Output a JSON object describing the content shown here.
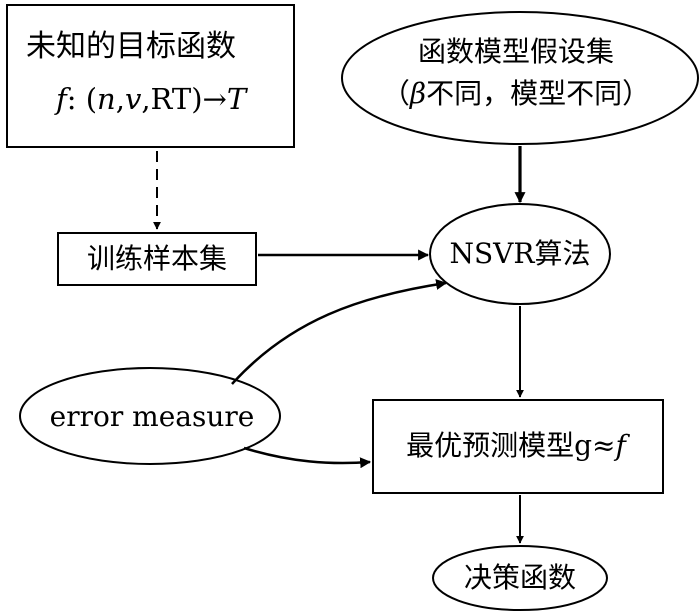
{
  "nodes": {
    "target_function": {
      "title": "未知的目标函数",
      "formula": {
        "f": "f",
        "colon": ": (",
        "n": "n",
        "comma1": ",",
        "v": "v",
        "rt": ",RT)→",
        "T": "T"
      }
    },
    "hypothesis_set": {
      "line1": "函数模型假设集",
      "line2_open": "（",
      "line2_beta": "β",
      "line2_rest": "不同，模型不同）"
    },
    "training_set": {
      "label": "训练样本集"
    },
    "nsvr": {
      "label": "NSVR算法"
    },
    "error_measure": {
      "label": "error measure"
    },
    "best_model": {
      "label": "最优预测模型g≈",
      "f": "f"
    },
    "decision": {
      "label": "决策函数"
    }
  }
}
